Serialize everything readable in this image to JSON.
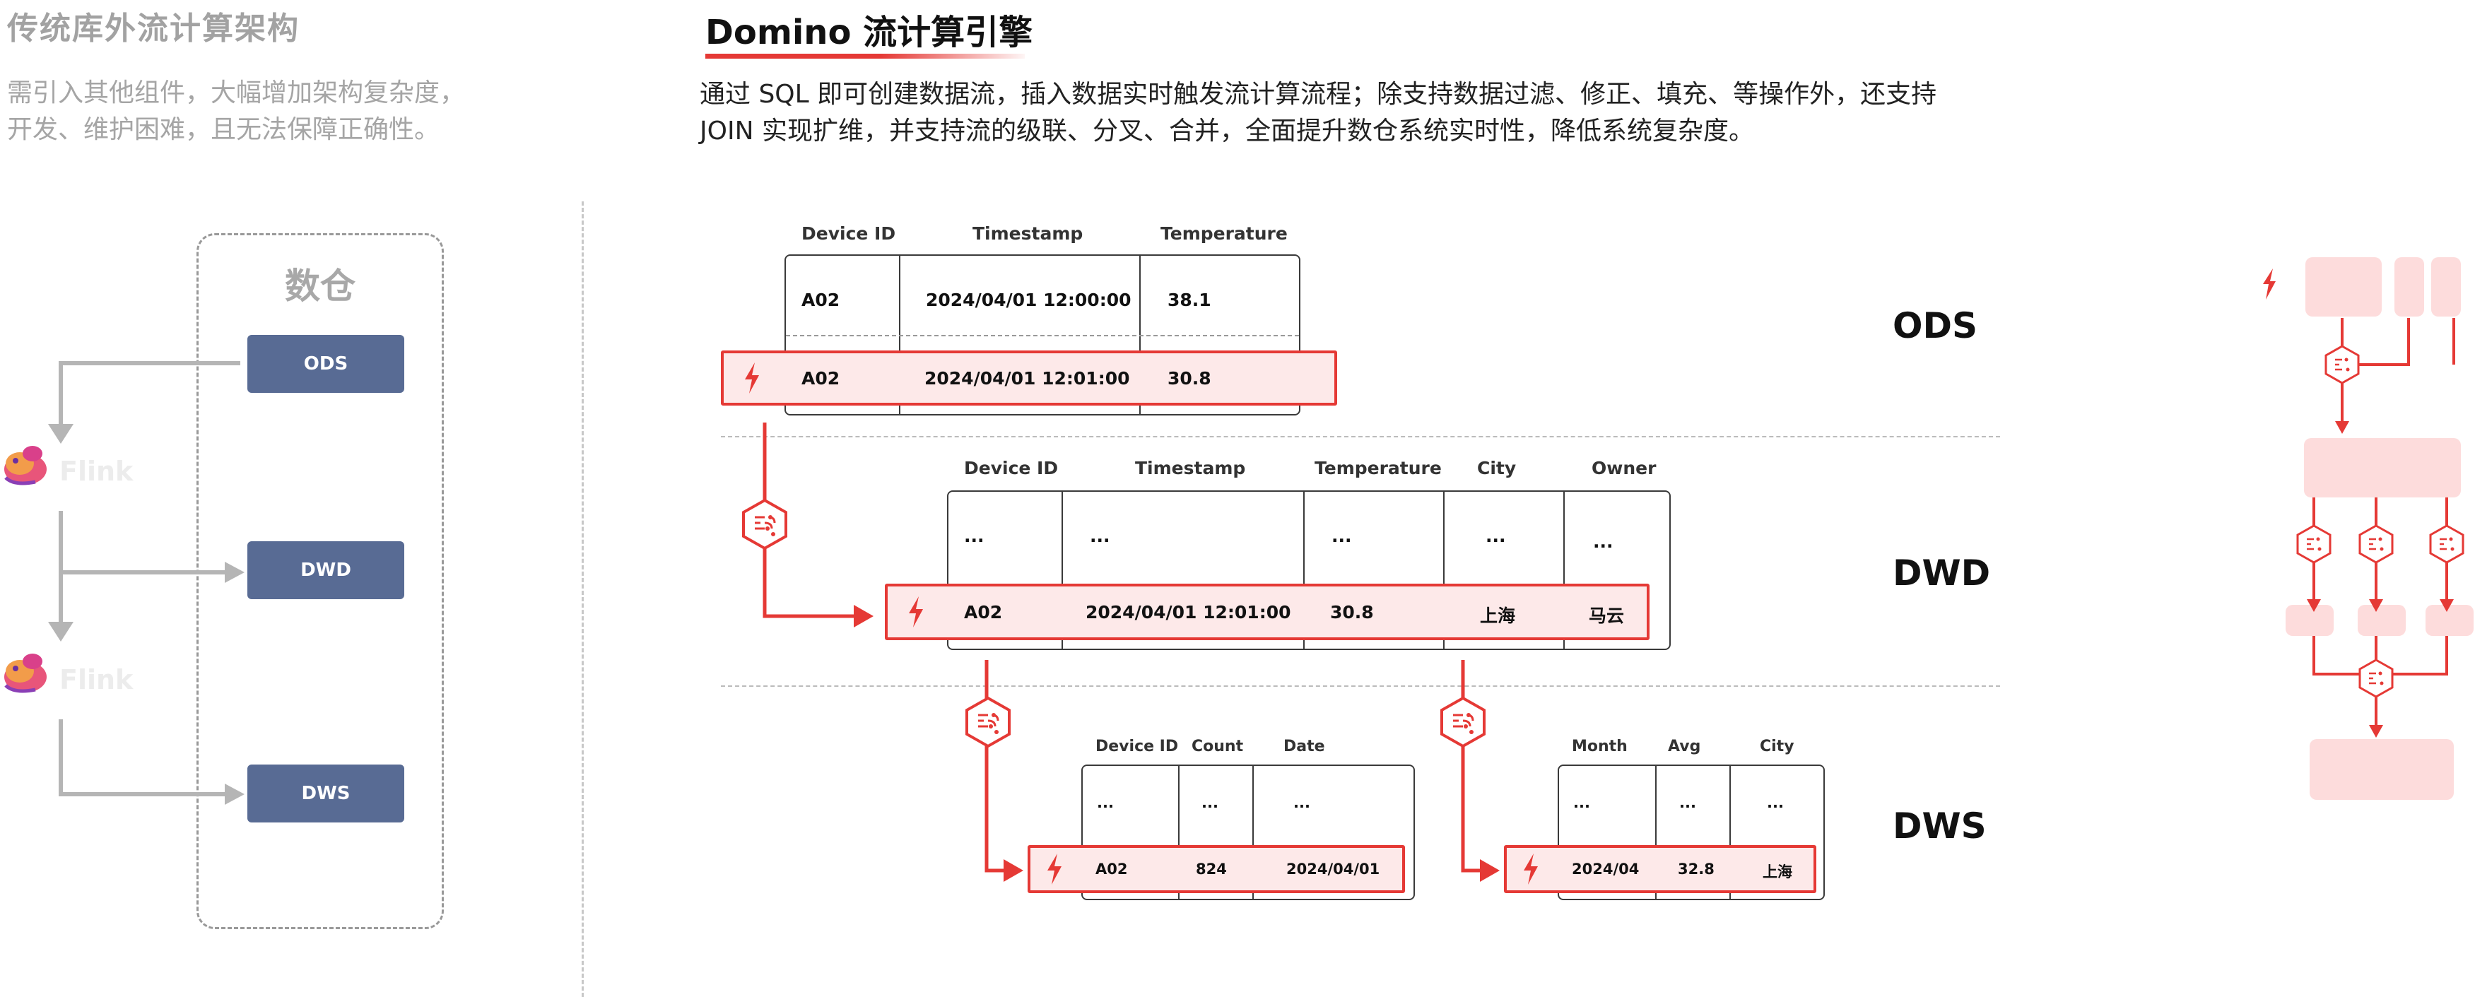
{
  "left": {
    "title": "传统库外流计算架构",
    "desc_line1": "需引入其他组件，大幅增加架构复杂度，",
    "desc_line2": "开发、维护困难，且无法保障正确性。",
    "warehouse_label": "数仓",
    "layers": [
      "ODS",
      "DWD",
      "DWS"
    ],
    "flink_label": "Flink"
  },
  "right": {
    "title": "Domino 流计算引擎",
    "desc_line1": "通过 SQL 即可创建数据流，插入数据实时触发流计算流程；除支持数据过滤、修正、填充、等操作外，还支持",
    "desc_line2": "JOIN 实现扩维，并支持流的级联、分叉、合并，全面提升数仓系统实时性，降低系统复杂度。",
    "layer_labels": [
      "ODS",
      "DWD",
      "DWS"
    ]
  },
  "ods_table": {
    "headers": [
      "Device ID",
      "Timestamp",
      "Temperature"
    ],
    "row1": [
      "A02",
      "2024/04/01 12:00:00",
      "38.1"
    ],
    "row2": [
      "A02",
      "2024/04/01 12:01:00",
      "30.8"
    ]
  },
  "dwd_table": {
    "headers": [
      "Device ID",
      "Timestamp",
      "Temperature",
      "City",
      "Owner"
    ],
    "row1": [
      "...",
      "...",
      "...",
      "...",
      "..."
    ],
    "row2": [
      "A02",
      "2024/04/01 12:01:00",
      "30.8",
      "上海",
      "马云"
    ]
  },
  "dws_table_a": {
    "headers": [
      "Device ID",
      "Count",
      "Date"
    ],
    "row1": [
      "...",
      "...",
      "..."
    ],
    "row2": [
      "A02",
      "824",
      "2024/04/01"
    ]
  },
  "dws_table_b": {
    "headers": [
      "Month",
      "Avg",
      "City"
    ],
    "row1": [
      "...",
      "...",
      "..."
    ],
    "row2": [
      "2024/04",
      "32.8",
      "上海"
    ]
  },
  "colors": {
    "accent_red": "#e53935",
    "highlight_fill": "#fde9e9",
    "layer_button": "#586b94",
    "mini_block": "#fddcdc",
    "gray_text": "#a5a5a5"
  },
  "icons": [
    "lightning-icon",
    "stream-node-icon",
    "flink-squirrel-icon"
  ]
}
